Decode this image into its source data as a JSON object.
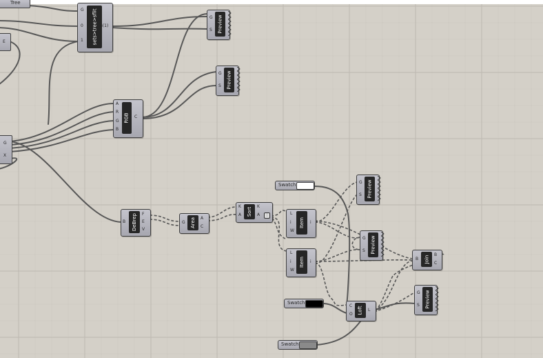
{
  "canvas": {
    "background": "#d4d0c8",
    "grid_color": "#bdb9b1",
    "wire_color": "#575757"
  },
  "components": {
    "tree_top": {
      "label": "Tree"
    },
    "sets_tree": {
      "label": "sets>tree>sflit",
      "inputs": [
        "G",
        "0",
        "1"
      ],
      "outputs": [
        "S(1)"
      ]
    },
    "partial_e": {
      "label": "E"
    },
    "partial_gx": {
      "inputs": [
        "G",
        "X"
      ]
    },
    "preview_1": {
      "label": "Preview",
      "inputs": [
        "G",
        "S"
      ]
    },
    "preview_2": {
      "label": "Preview",
      "inputs": [
        "G",
        "S"
      ]
    },
    "rgb": {
      "label": "RGB",
      "inputs": [
        "A",
        "R",
        "G",
        "B"
      ],
      "outputs": [
        "C"
      ]
    },
    "debrep": {
      "label": "DeBrep",
      "inputs": [
        "B"
      ],
      "outputs": [
        "F",
        "E",
        "V"
      ]
    },
    "area": {
      "label": "Area",
      "inputs": [
        "G"
      ],
      "outputs": [
        "A",
        "C"
      ]
    },
    "sort": {
      "label": "Sort",
      "inputs": [
        "K",
        "A"
      ],
      "outputs": [
        "K",
        "A"
      ]
    },
    "item_1": {
      "label": "Item",
      "inputs": [
        "L",
        "i",
        "W"
      ],
      "outputs": [
        "i"
      ]
    },
    "item_2": {
      "label": "Item",
      "inputs": [
        "L",
        "i",
        "W"
      ],
      "outputs": [
        "i"
      ]
    },
    "preview_3": {
      "label": "Preview",
      "inputs": [
        "G",
        "S"
      ]
    },
    "preview_4": {
      "label": "Preview",
      "inputs": [
        "G",
        "S"
      ]
    },
    "join": {
      "label": "Join",
      "inputs": [
        "B"
      ],
      "outputs": [
        "B",
        "C"
      ]
    },
    "loft": {
      "label": "Loft",
      "inputs": [
        "C",
        "O"
      ],
      "outputs": [
        "L"
      ]
    },
    "preview_5": {
      "label": "Preview",
      "inputs": [
        "G",
        "S"
      ]
    },
    "swatch_white": {
      "label": "Swatch",
      "color": "#ffffff"
    },
    "swatch_black": {
      "label": "Swatch",
      "color": "#000000"
    },
    "swatch_gray": {
      "label": "Swatch",
      "color": "#8a8a8a"
    }
  }
}
